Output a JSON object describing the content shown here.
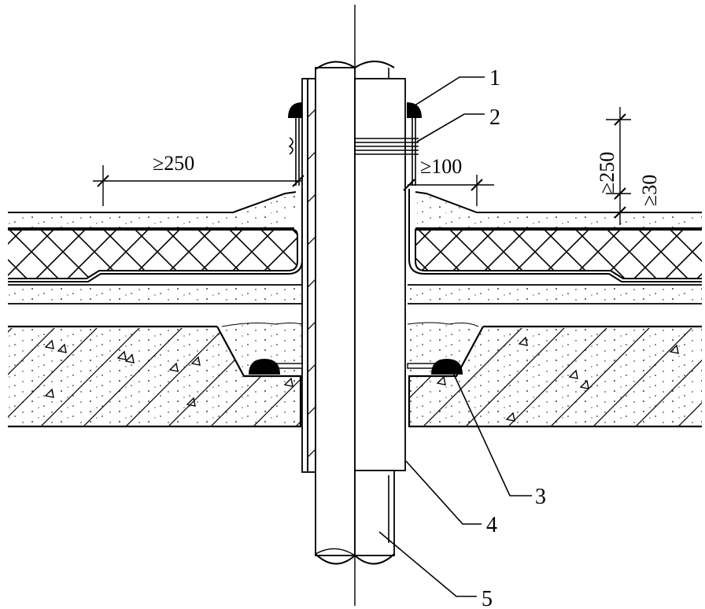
{
  "dimensions": {
    "left_flashing_min": "≥250",
    "right_flashing_min": "≥100",
    "upturn_height_min": "≥250",
    "cover_thickness_min": "≥30"
  },
  "callouts": [
    {
      "num": "1"
    },
    {
      "num": "2"
    },
    {
      "num": "3"
    },
    {
      "num": "4"
    },
    {
      "num": "5"
    }
  ],
  "colors": {
    "line": "#000000",
    "fill": "#ffffff",
    "sealant": "#000000"
  }
}
